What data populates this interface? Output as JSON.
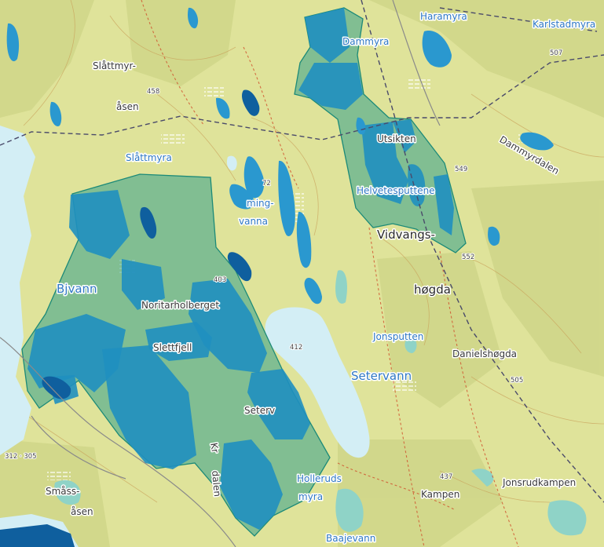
{
  "map": {
    "colors": {
      "land": "#dfe39a",
      "forest_dark": "#cdd486",
      "water": "#d3eef5",
      "water_label": "#2f78c4",
      "conservation_fill": "#33a08c",
      "conservation_stroke": "#1c8a78",
      "wetland_deep": "#1f8fc0",
      "contour": "#c9a15a",
      "trail": "#d0502c",
      "border": "#4a4a6a"
    },
    "labels": {
      "slattmyr": "Slåttmyr-",
      "aasen_top": "åsen",
      "slattmyra": "Slåttmyra",
      "haramyra": "Haramyra",
      "dammyra": "Dammyra",
      "karlstadmyra": "Karlstadmyra",
      "dammyrdalen": "Dammyrdalen",
      "utsikten": "Utsikten",
      "helvetesputtene": "Helvetesputtene",
      "vidvangs": "Vidvangs-",
      "hogda": "høgda",
      "ming": "ming-",
      "vanna": "vanna",
      "bjvann": "Bjvann",
      "noritarholberget": "Noritarholberget",
      "slettfjell": "Slettfjell",
      "jonsputten": "Jonsputten",
      "setervann": "Setervann",
      "danielshogda": "Danielshøgda",
      "setervann_small": "Seterv",
      "kr": "Kr",
      "dalen": "dalen",
      "holleruds": "Holleruds",
      "myra": "myra",
      "kampen": "Kampen",
      "jonsrudkampen": "Jonsrudkampen",
      "smaass": "Småss-",
      "aasen_bottom": "åsen",
      "baajevann": "Baajevann"
    },
    "heights": {
      "h458": "458",
      "h507": "507",
      "h549": "549",
      "h552": "552",
      "h403": "403",
      "h412": "412",
      "h505": "505",
      "h437": "437",
      "h312": "312 · 305",
      "h72": "72"
    }
  }
}
